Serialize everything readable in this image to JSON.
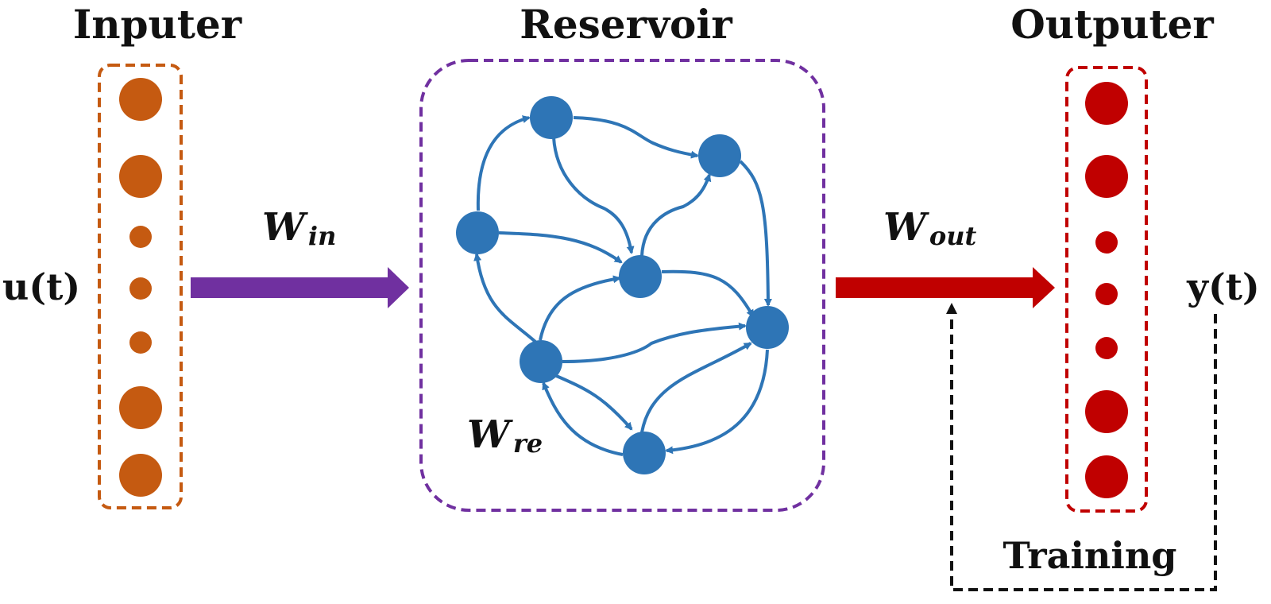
{
  "titles": {
    "inputer": "Inputer",
    "reservoir": "Reservoir",
    "outputer": "Outputer"
  },
  "signals": {
    "input": "u(t)",
    "output": "y(t)"
  },
  "weights": {
    "in": {
      "main": "W",
      "sub": "in"
    },
    "out": {
      "main": "W",
      "sub": "out"
    },
    "re": {
      "main": "W",
      "sub": "re"
    }
  },
  "training_label": "Training",
  "colors": {
    "input": "#c55a11",
    "reservoir_frame": "#7030a0",
    "reservoir_node": "#2e75b6",
    "output": "#c00000",
    "text": "#111111"
  }
}
